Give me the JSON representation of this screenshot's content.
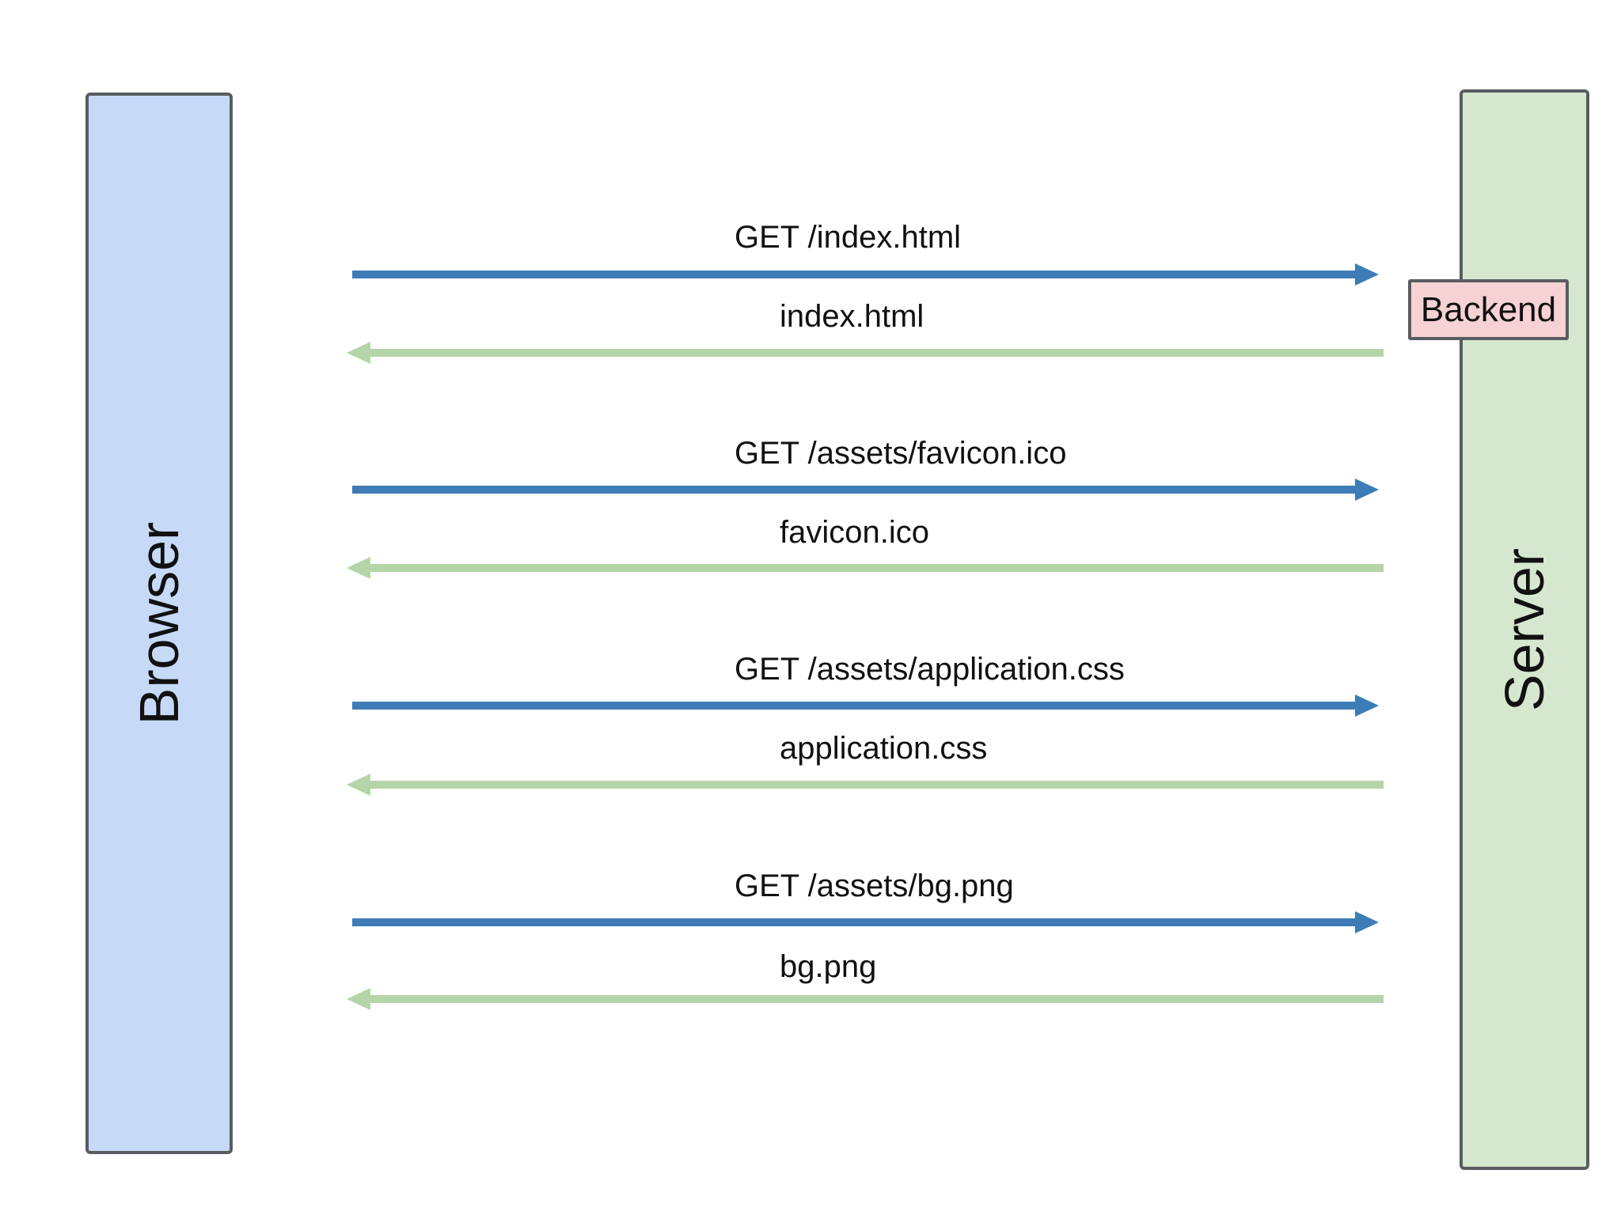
{
  "diagram": {
    "type": "sequence-diagram",
    "actors": {
      "left": {
        "label": "Browser",
        "fill": "#c6daf8"
      },
      "right": {
        "label": "Server",
        "fill": "#d5e8cf"
      }
    },
    "backend_badge": {
      "label": "Backend",
      "fill": "#f6d2d4"
    },
    "colors": {
      "request_arrow": "#3d7cb6",
      "response_arrow": "#b4d5a7",
      "box_border": "#595c60",
      "text": "#111111",
      "background": "#ffffff"
    },
    "messages": [
      {
        "request": "GET /index.html",
        "response": "index.html"
      },
      {
        "request": "GET /assets/favicon.ico",
        "response": "favicon.ico"
      },
      {
        "request": "GET /assets/application.css",
        "response": "application.css"
      },
      {
        "request": "GET /assets/bg.png",
        "response": "bg.png"
      }
    ]
  }
}
